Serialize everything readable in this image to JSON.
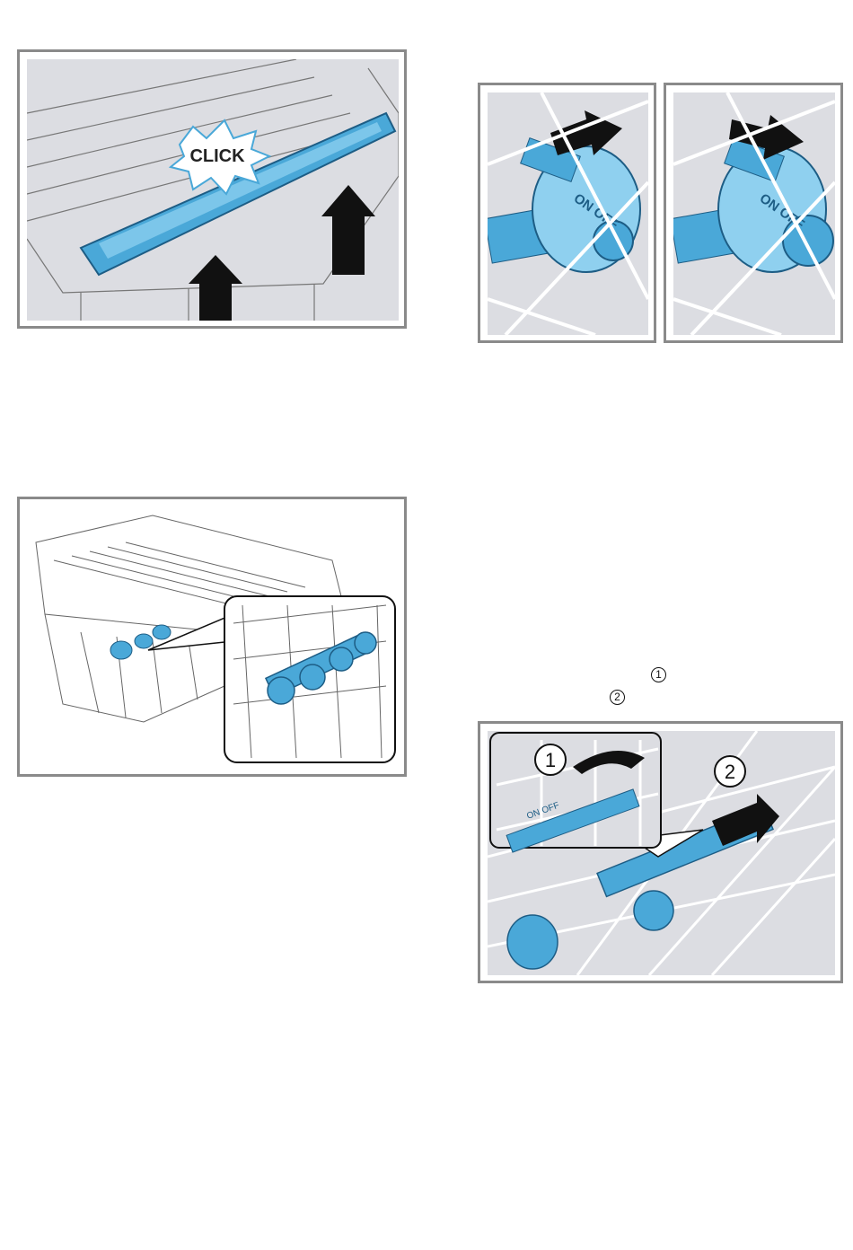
{
  "figures": {
    "cutlery_tray": {
      "callout": "CLICK"
    },
    "valve_switch": {
      "left_label": "ON OFF",
      "right_label": "ON OFF"
    },
    "spray_arm_detail": {},
    "remove_spray": {
      "step1": "1",
      "step2": "2",
      "inset_label": "ON OFF"
    }
  },
  "step_markers": {
    "first": "1",
    "second": "2"
  },
  "colors": {
    "accent_blue": "#4aa8d8",
    "frame_gray": "#8a8a8a",
    "panel_bg": "#dcdde2"
  }
}
